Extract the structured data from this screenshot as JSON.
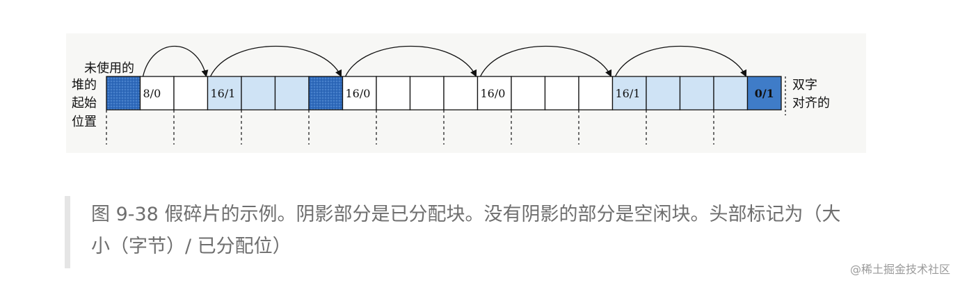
{
  "figure": {
    "left_label_lines": [
      "未使用的",
      "堆的",
      "起始",
      "位置"
    ],
    "right_label_lines": [
      "双字",
      "对齐的"
    ],
    "cells": [
      {
        "label": "",
        "state": "padding"
      },
      {
        "label": "8/0",
        "state": "free"
      },
      {
        "label": "",
        "state": "free"
      },
      {
        "label": "16/1",
        "state": "allocated"
      },
      {
        "label": "",
        "state": "allocated"
      },
      {
        "label": "",
        "state": "allocated"
      },
      {
        "label": "",
        "state": "dark"
      },
      {
        "label": "16/0",
        "state": "free"
      },
      {
        "label": "",
        "state": "free"
      },
      {
        "label": "",
        "state": "free"
      },
      {
        "label": "",
        "state": "free"
      },
      {
        "label": "16/0",
        "state": "free"
      },
      {
        "label": "",
        "state": "free"
      },
      {
        "label": "",
        "state": "free"
      },
      {
        "label": "",
        "state": "free"
      },
      {
        "label": "16/1",
        "state": "allocated"
      },
      {
        "label": "",
        "state": "allocated"
      },
      {
        "label": "",
        "state": "allocated"
      },
      {
        "label": "",
        "state": "allocated"
      },
      {
        "label": "0/1",
        "state": "epilogue"
      }
    ],
    "arrows": [
      {
        "from": 1,
        "to": 3
      },
      {
        "from": 3,
        "to": 7
      },
      {
        "from": 7,
        "to": 11
      },
      {
        "from": 11,
        "to": 15
      },
      {
        "from": 15,
        "to": 19
      }
    ],
    "colors": {
      "padding": "#2f6bbd",
      "free": "#ffffff",
      "allocated": "#cfe3f5",
      "dark": "#2f6bbd",
      "epilogue": "#3f7cc8",
      "line": "#111111"
    }
  },
  "caption": "图 9-38 假碎片的示例。阴影部分是已分配块。没有阴影的部分是空闲块。头部标记为（大小（字节）/ 已分配位）",
  "watermark": "@稀土掘金技术社区"
}
